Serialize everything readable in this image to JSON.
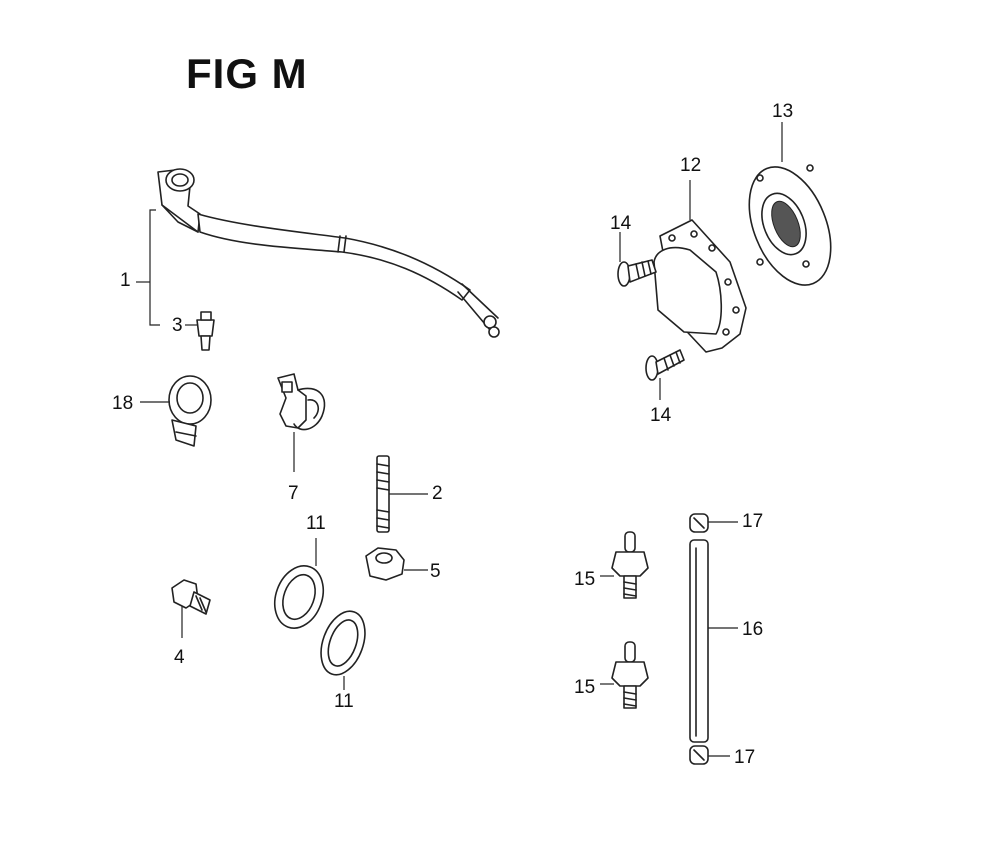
{
  "figure": {
    "title": "FIG M",
    "callouts": {
      "c1": "1",
      "c2": "2",
      "c3": "3",
      "c4": "4",
      "c5": "5",
      "c7": "7",
      "c11a": "11",
      "c11b": "11",
      "c12": "12",
      "c13": "13",
      "c14a": "14",
      "c14b": "14",
      "c15a": "15",
      "c15b": "15",
      "c16": "16",
      "c17a": "17",
      "c17b": "17",
      "c18": "18"
    }
  }
}
